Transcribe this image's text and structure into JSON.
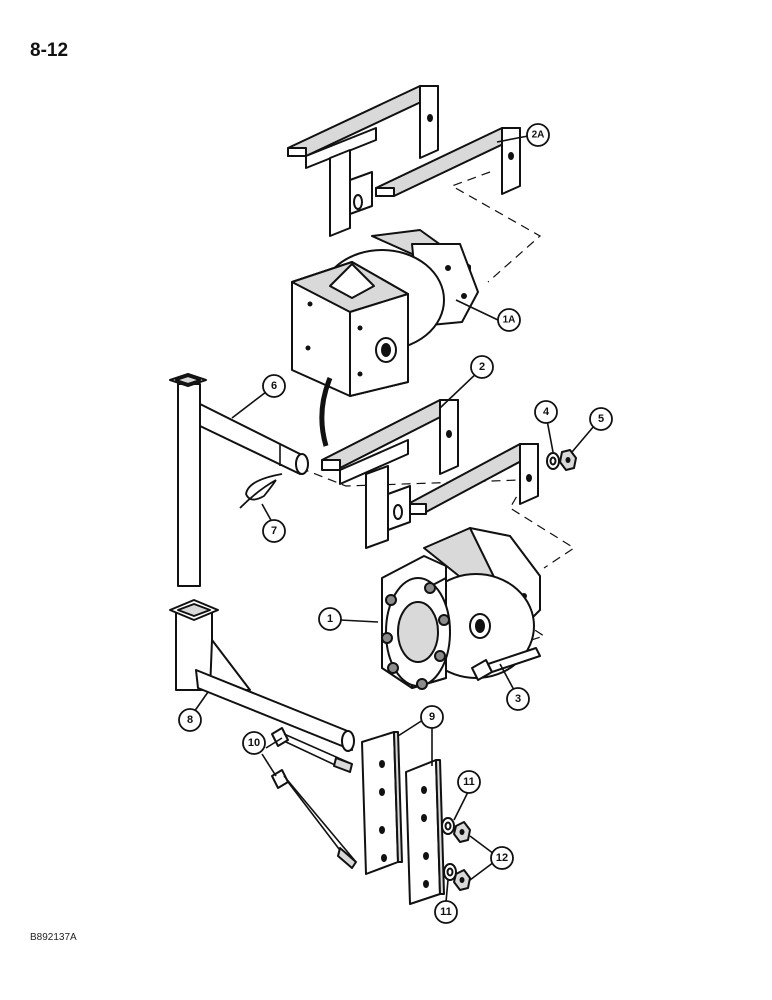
{
  "page": {
    "number": "8-12",
    "figure_code": "B892137A"
  },
  "callouts": [
    "1",
    "1A",
    "2",
    "2A",
    "3",
    "4",
    "5",
    "6",
    "7",
    "8",
    "9",
    "10",
    "11",
    "12",
    "11"
  ],
  "colors": {
    "ink": "#111111",
    "shade": "#d9d9d9",
    "dark_shade": "#8c8c8c"
  }
}
